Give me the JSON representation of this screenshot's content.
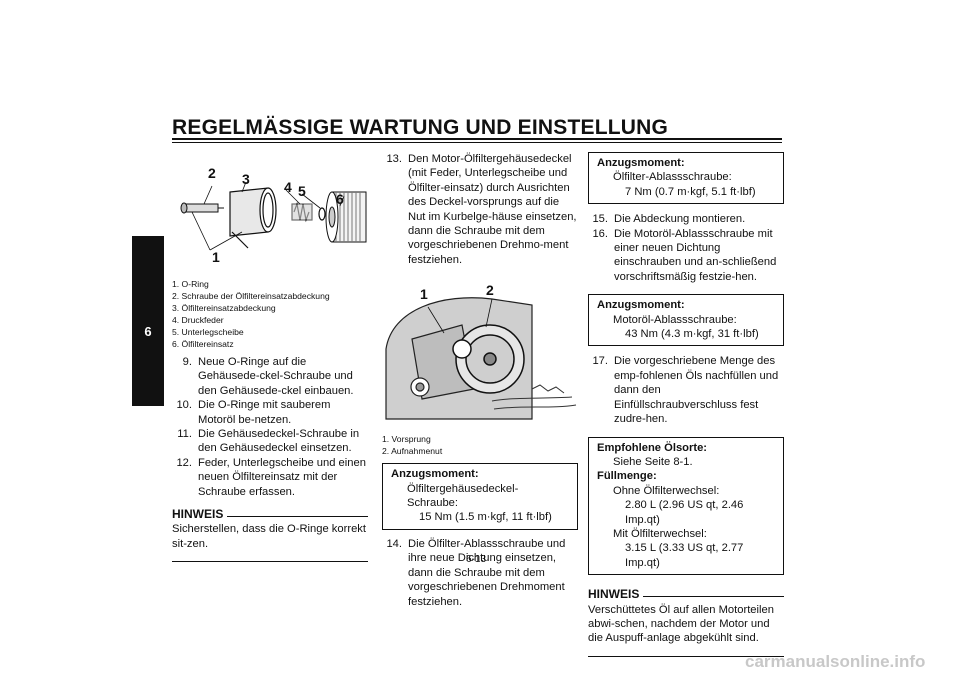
{
  "header": {
    "title": "REGELMÄSSIGE WARTUNG UND EINSTELLUNG"
  },
  "chapter_tab": "6",
  "figure1": {
    "callouts": [
      "1",
      "2",
      "3",
      "4",
      "5",
      "6"
    ],
    "legend": [
      "1. O-Ring",
      "2. Schraube der Ölfiltereinsatzabdeckung",
      "3. Ölfiltereinsatzabdeckung",
      "4. Druckfeder",
      "5. Unterlegscheibe",
      "6. Ölfiltereinsatz"
    ]
  },
  "col1_steps": [
    {
      "num": "9.",
      "text": "Neue O-Ringe auf die Gehäusede-ckel-Schraube und den Gehäusede-ckel einbauen."
    },
    {
      "num": "10.",
      "text": "Die O-Ringe mit sauberem Motoröl be-netzen."
    },
    {
      "num": "11.",
      "text": "Die Gehäusedeckel-Schraube in den Gehäusedeckel einsetzen."
    },
    {
      "num": "12.",
      "text": "Feder, Unterlegscheibe und einen neuen Ölfiltereinsatz mit der Schraube erfassen."
    }
  ],
  "hinweis1": {
    "heading": "HINWEIS",
    "text": "Sicherstellen, dass die O-Ringe korrekt sit-zen."
  },
  "col2_step13": {
    "num": "13.",
    "text": "Den Motor-Ölfiltergehäusedeckel (mit Feder, Unterlegscheibe und Ölfilter-einsatz) durch Ausrichten des Deckel-vorsprungs auf die Nut im Kurbelge-häuse einsetzen, dann die Schraube mit dem vorgeschriebenen Drehmo-ment festziehen."
  },
  "figure2": {
    "callouts": [
      "1",
      "2"
    ],
    "legend": [
      "1. Vorsprung",
      "2. Aufnahmenut"
    ]
  },
  "spec1": {
    "label": "Anzugsmoment:",
    "item": "Ölfiltergehäusedeckel-Schraube:",
    "value": "15 Nm (1.5 m·kgf, 11 ft·lbf)"
  },
  "col2_step14": {
    "num": "14.",
    "text": "Die Ölfilter-Ablassschraube und ihre neue Dichtung einsetzen, dann die Schraube mit dem vorgeschriebenen Drehmoment festziehen."
  },
  "spec2": {
    "label": "Anzugsmoment:",
    "item": "Ölfilter-Ablassschraube:",
    "value": "7 Nm (0.7 m·kgf, 5.1 ft·lbf)"
  },
  "col3_steps_a": [
    {
      "num": "15.",
      "text": "Die Abdeckung montieren."
    },
    {
      "num": "16.",
      "text": "Die Motoröl-Ablassschraube mit einer neuen Dichtung einschrauben und an-schließend vorschriftsmäßig festzie-hen."
    }
  ],
  "spec3": {
    "label": "Anzugsmoment:",
    "item": "Motoröl-Ablassschraube:",
    "value": "43 Nm (4.3 m·kgf, 31 ft·lbf)"
  },
  "col3_steps_b": [
    {
      "num": "17.",
      "text": "Die vorgeschriebene Menge des emp-fohlenen Öls nachfüllen und dann den Einfüllschraubverschluss fest zudre-hen."
    }
  ],
  "spec4": {
    "label": "Empfohlene Ölsorte:",
    "see": "Siehe Seite 8-1.",
    "fill_label": "Füllmenge:",
    "without_filter": "Ohne Ölfilterwechsel:",
    "without_value": "2.80 L (2.96 US qt, 2.46 Imp.qt)",
    "with_filter": "Mit Ölfilterwechsel:",
    "with_value": "3.15 L (3.33 US qt, 2.77 Imp.qt)"
  },
  "hinweis2": {
    "heading": "HINWEIS",
    "text": "Verschüttetes Öl auf allen Motorteilen abwi-schen, nachdem der Motor und die Auspuff-anlage abgekühlt sind."
  },
  "footer": {
    "page_number": "6-13",
    "watermark": "carmanualsonline.info"
  }
}
